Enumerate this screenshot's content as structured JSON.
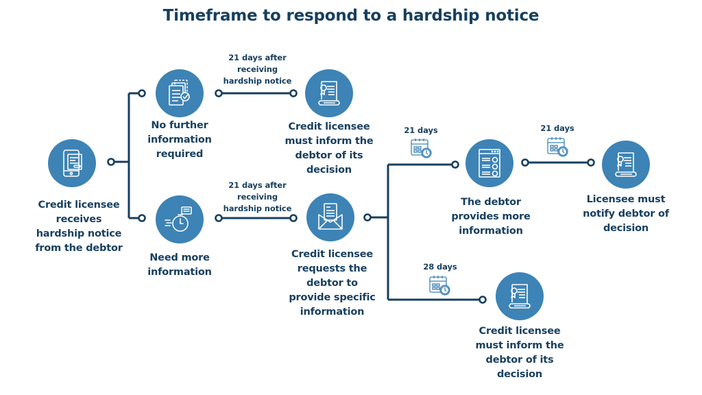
{
  "title": "Timeframe to respond to a hardship notice",
  "colors": {
    "node": "#3d83b5",
    "line": "#173f5f",
    "text": "#173f5f",
    "icon_stroke": "#ffffff",
    "calendar": "#3d83b5"
  },
  "nodes": [
    {
      "id": "receive",
      "icon": "tablet-document-icon",
      "label": "Credit licensee receives hardship notice from the debtor"
    },
    {
      "id": "no-further",
      "icon": "documents-check-icon",
      "label": "No further information required"
    },
    {
      "id": "need-more",
      "icon": "stopwatch-message-icon",
      "label": "Need more information"
    },
    {
      "id": "inform-1",
      "icon": "certificate-scroll-icon",
      "label": "Credit licensee must inform the debtor of its decision"
    },
    {
      "id": "request",
      "icon": "envelope-letter-icon",
      "label": "Credit licensee requests the debtor to provide specific information"
    },
    {
      "id": "debtor-provides",
      "icon": "checklist-icon",
      "label": "The debtor provides more information"
    },
    {
      "id": "notify",
      "icon": "certificate-scroll-icon",
      "label": "Licensee must notify debtor of decision"
    },
    {
      "id": "inform-2",
      "icon": "certificate-scroll-icon",
      "label": "Credit licensee must inform the debtor of its decision"
    }
  ],
  "durations": [
    {
      "from": "no-further",
      "to": "inform-1",
      "text": "21 days after receiving hardship notice",
      "lines": [
        "21 days after",
        "receiving",
        "hardship notice"
      ],
      "icon": null
    },
    {
      "from": "need-more",
      "to": "request",
      "text": "21 days after receiving hardship notice",
      "lines": [
        "21 days after",
        "receiving",
        "hardship notice"
      ],
      "icon": null
    },
    {
      "from": "request",
      "to": "debtor-provides",
      "text": "21 days",
      "lines": [
        "21 days"
      ],
      "icon": "calendar-clock-icon"
    },
    {
      "from": "debtor-provides",
      "to": "notify",
      "text": "21 days",
      "lines": [
        "21 days"
      ],
      "icon": "calendar-clock-icon"
    },
    {
      "from": "request",
      "to": "inform-2",
      "text": "28 days",
      "lines": [
        "28 days"
      ],
      "icon": "calendar-clock-icon"
    }
  ],
  "labels": {
    "receive": [
      "Credit licensee",
      "receives",
      "hardship notice",
      "from the debtor"
    ],
    "no_further": [
      "No further",
      "information",
      "required"
    ],
    "need_more": [
      "Need more",
      "information"
    ],
    "inform_1": [
      "Credit licensee",
      "must inform the",
      "debtor of its",
      "decision"
    ],
    "request": [
      "Credit licensee",
      "requests the",
      "debtor to",
      "provide specific",
      "information"
    ],
    "debtor_provides": [
      "The debtor",
      "provides more",
      "information"
    ],
    "notify": [
      "Licensee must",
      "notify debtor of",
      "decision"
    ],
    "inform_2": [
      "Credit licensee",
      "must inform the",
      "debtor of its",
      "decision"
    ]
  }
}
